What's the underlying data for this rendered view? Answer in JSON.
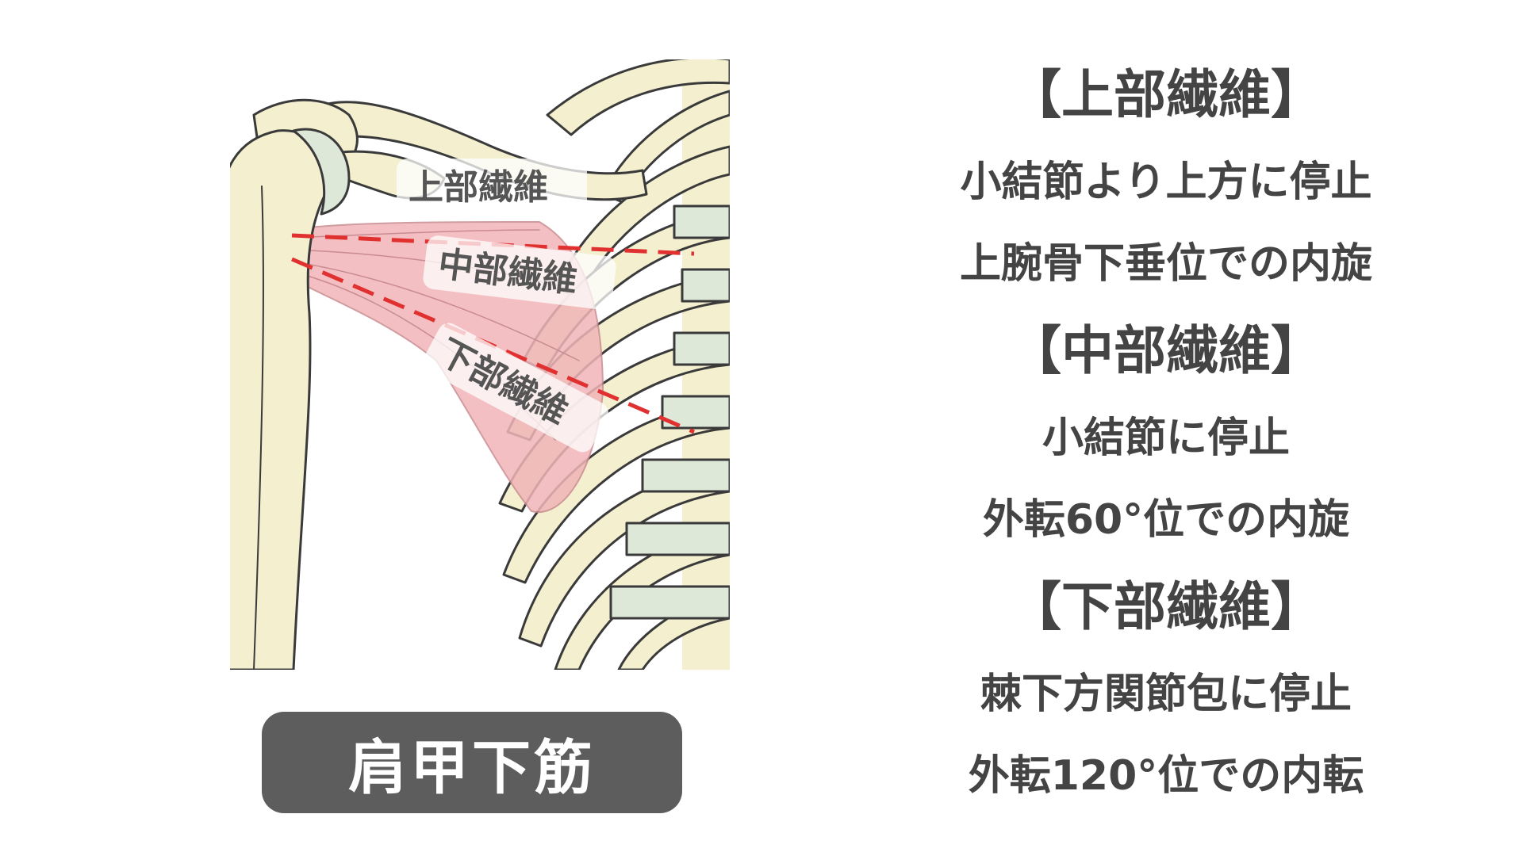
{
  "diagram": {
    "labels": {
      "upper": "上部繊維",
      "middle": "中部繊維",
      "lower": "下部繊維"
    },
    "colors": {
      "bone": "#f3efcf",
      "cartilage": "#dde8d9",
      "muscle": "#f1b5b8",
      "dashed_line": "#e03030",
      "outline": "#3a3a3a"
    }
  },
  "muscle_name": "肩甲下筋",
  "fibers": [
    {
      "heading": "【上部繊維】",
      "lines": [
        "小結節より上方に停止",
        "上腕骨下垂位での内旋"
      ]
    },
    {
      "heading": "【中部繊維】",
      "lines": [
        "小結節に停止",
        "外転60°位での内旋"
      ]
    },
    {
      "heading": "【下部繊維】",
      "lines": [
        "棘下方関節包に停止",
        "外転120°位での内転"
      ]
    }
  ]
}
